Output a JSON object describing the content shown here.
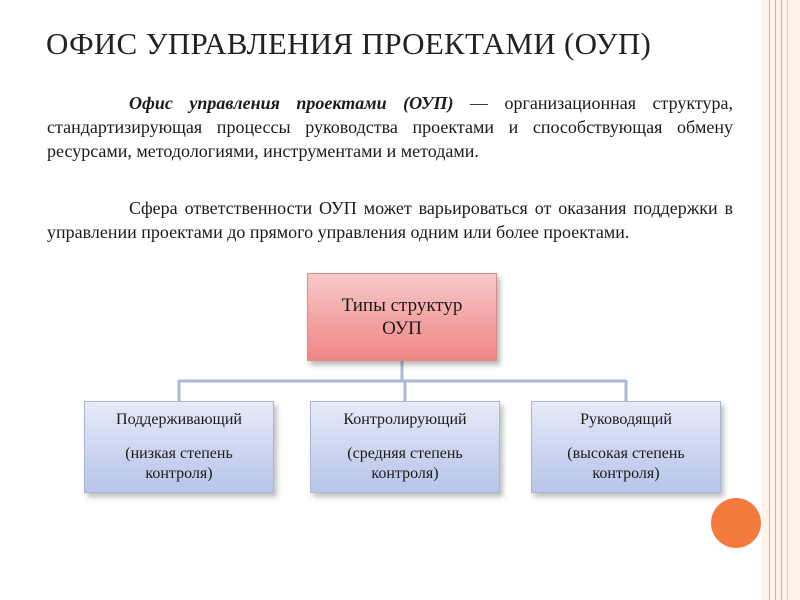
{
  "slide": {
    "title": "ОФИС УПРАВЛЕНИЯ ПРОЕКТАМИ (ОУП)",
    "paragraph1": {
      "term": "Офис управления проектами (ОУП)",
      "text": " — организационная структура, стандартизирующая процессы руководства проектами и способствующая обмену ресурсами, методологиями, инструментами и методами."
    },
    "paragraph2": "Сфера ответственности ОУП может варьироваться от оказания поддержки в управлении проектами до прямого управления одним или более проектами."
  },
  "diagram": {
    "root": {
      "line1": "Типы структур",
      "line2": "ОУП",
      "color": "#f4a3a3"
    },
    "children": [
      {
        "name": "Поддерживающий",
        "detail1": "(низкая степень",
        "detail2": "контроля)"
      },
      {
        "name": "Контролирующий",
        "detail1": "(средняя степень",
        "detail2": "контроля)"
      },
      {
        "name": "Руководящий",
        "detail1": "(высокая степень",
        "detail2": "контроля)"
      }
    ],
    "child_color": "#c9d3ef",
    "connector_color": "#a9b9d6"
  },
  "decor": {
    "accent": "#f47a3e"
  }
}
